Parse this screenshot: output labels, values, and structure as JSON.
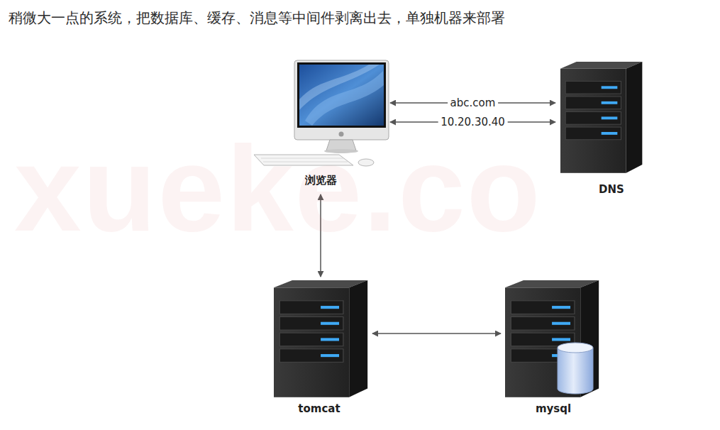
{
  "diagram": {
    "title": "稍微大一点的系统，把数据库、缓存、消息等中间件剥离出去，单独机器来部署",
    "nodes": [
      {
        "text": [
          "浏览器"
        ]
      },
      {
        "text": [
          "DNS"
        ]
      },
      {
        "text": [
          "tomcat"
        ]
      },
      {
        "text": [
          "mysql"
        ]
      }
    ],
    "edges": [
      {
        "from": 0,
        "to": 1,
        "label": "abc.com",
        "arrow": "both"
      },
      {
        "from": 0,
        "to": 1,
        "label": "10.20.30.40",
        "arrow": "both"
      },
      {
        "from": 0,
        "to": 2,
        "arrow": "both"
      },
      {
        "from": 2,
        "to": 3,
        "arrow": "both"
      }
    ],
    "labels": [
      "xueke.co"
    ]
  }
}
